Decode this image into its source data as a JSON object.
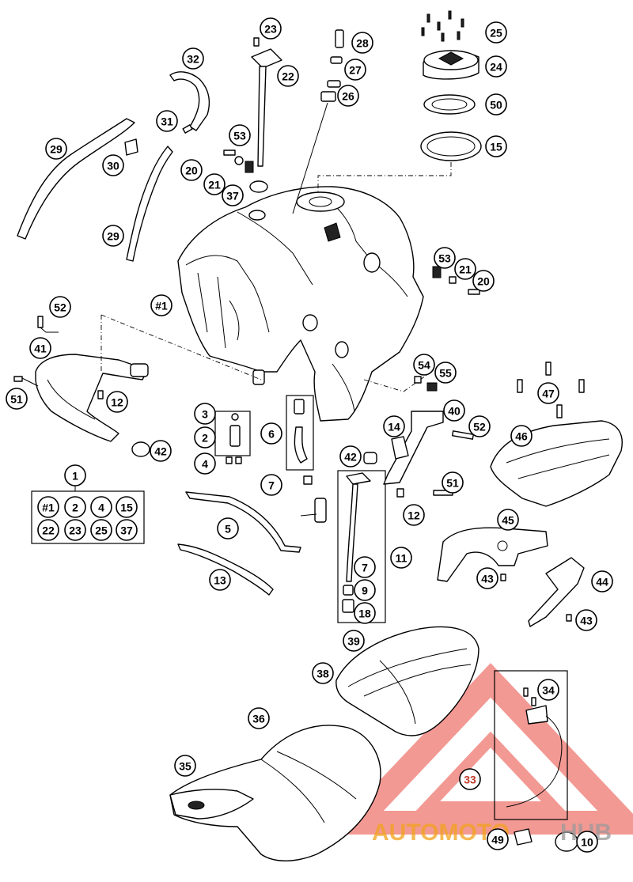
{
  "callouts": {
    "c23": "23",
    "c22": "22",
    "c28": "28",
    "c27": "27",
    "c26": "26",
    "c25": "25",
    "c24": "24",
    "c50": "50",
    "c15": "15",
    "c32": "32",
    "c31": "31",
    "c29a": "29",
    "c30": "30",
    "c29b": "29",
    "c53a": "53",
    "c20a": "20",
    "c21a": "21",
    "c37": "37",
    "c53b": "53",
    "c21b": "21",
    "c20b": "20",
    "c1a": "#1",
    "c52a": "52",
    "c41": "41",
    "c51a": "51",
    "c12a": "12",
    "c42a": "42",
    "c3": "3",
    "c2": "2",
    "c4": "4",
    "c6": "6",
    "c7a": "7",
    "c54": "54",
    "c55": "55",
    "c47": "47",
    "c40": "40",
    "c14": "14",
    "c52b": "52",
    "c46": "46",
    "c42b": "42",
    "c51b": "51",
    "c12b": "12",
    "c1": "1",
    "c5": "5",
    "c13": "13",
    "c11": "11",
    "c7b": "7",
    "c9": "9",
    "c18": "18",
    "c45": "45",
    "c43a": "43",
    "c44": "44",
    "c43b": "43",
    "c39": "39",
    "c38": "38",
    "c34": "34",
    "c36": "36",
    "c35": "35",
    "c33": "33",
    "c49": "49",
    "c10": "10"
  },
  "kit": {
    "k1": "#1",
    "k2": "2",
    "k4": "4",
    "k15": "15",
    "k22": "22",
    "k23": "23",
    "k25": "25",
    "k37": "37"
  },
  "watermark": {
    "text_a": "AUTOMOTO",
    "text_b": "HUB",
    "color_red": "#e8463c",
    "color_orange": "#f2a21c",
    "color_gray": "#9a9a9a"
  }
}
